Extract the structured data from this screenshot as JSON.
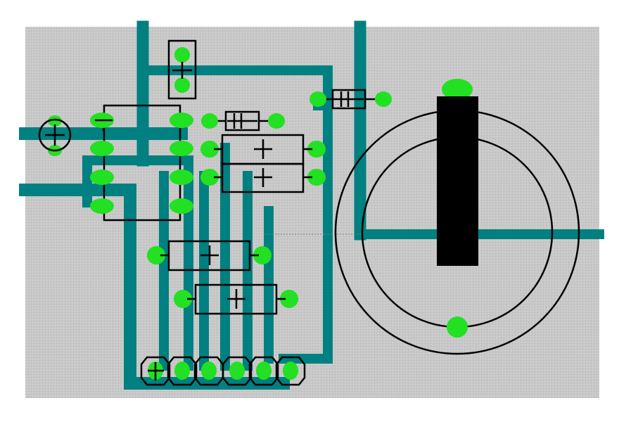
{
  "board": {
    "background": "#ffffff",
    "substrate_color": "#c8c8c8",
    "substrate_pattern": "dotted-grid",
    "trace_color": "#008080",
    "pad_color": "#22e022",
    "outline_color": "#000000",
    "marker_color": "#000000"
  },
  "components": [
    {
      "id": "IC1",
      "kind": "dip-8-ic"
    },
    {
      "id": "R1",
      "kind": "resistor-vertical"
    },
    {
      "id": "C1",
      "kind": "ceramic-capacitor"
    },
    {
      "id": "C2",
      "kind": "ceramic-capacitor"
    },
    {
      "id": "R2",
      "kind": "resistor"
    },
    {
      "id": "R3",
      "kind": "resistor"
    },
    {
      "id": "R4",
      "kind": "resistor"
    },
    {
      "id": "R5",
      "kind": "resistor"
    },
    {
      "id": "J1",
      "kind": "round-pad-terminal"
    },
    {
      "id": "J2",
      "kind": "six-pin-header"
    },
    {
      "id": "VR1",
      "kind": "rotary-potentiometer"
    }
  ],
  "header_pin_count": 6,
  "ic_pin_count": 8
}
